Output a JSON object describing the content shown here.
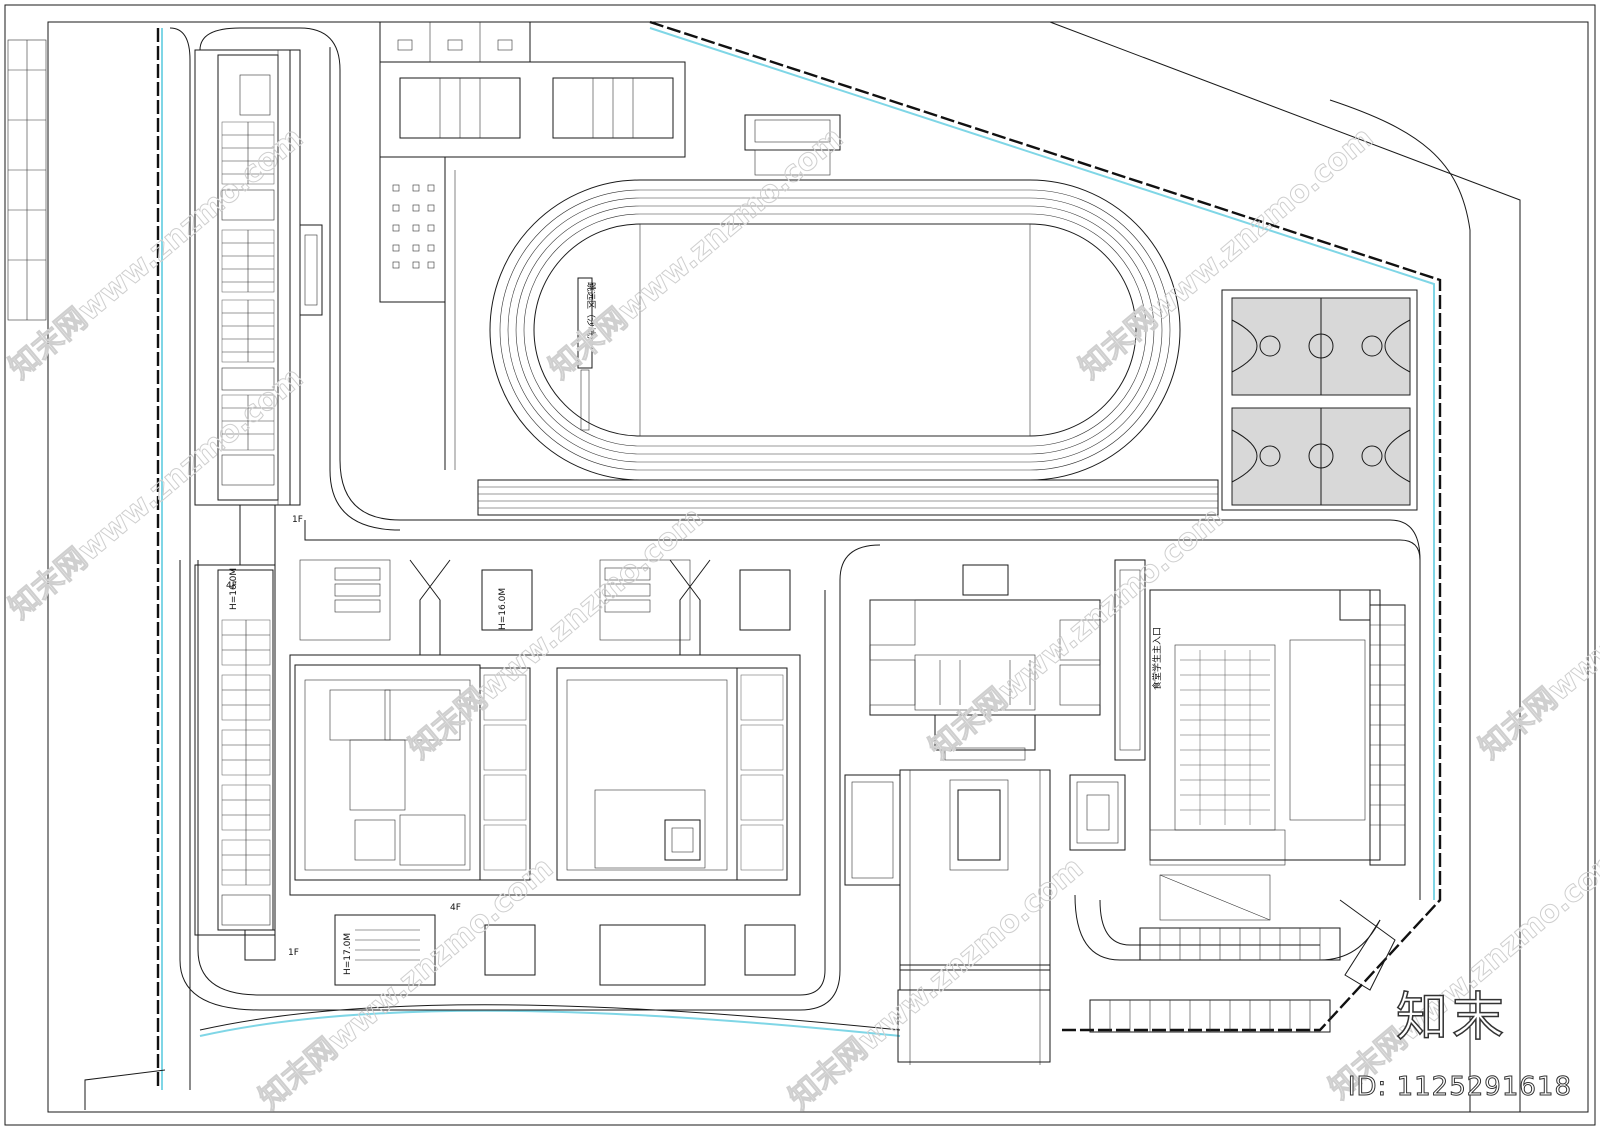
{
  "labels": {
    "floor_1f_a": "1F",
    "floor_1f_b": "1F",
    "floor_4f_a": "4F",
    "floor_4f_b": "4F",
    "height_a": "H=16.0M",
    "height_b": "H=17.0M",
    "height_c": "H=16.0M",
    "sandpit": "跳远区（沙坑）",
    "entrance": "食堂学生主入口"
  },
  "watermark": {
    "text": "知末网www.znzmo.com"
  },
  "brand": {
    "logo": "知末",
    "id": "ID: 1125291618"
  },
  "colors": {
    "line": "#1a1a1a",
    "boundary_cyan": "#7fd6e6",
    "court_fill": "#d8d8d8"
  }
}
